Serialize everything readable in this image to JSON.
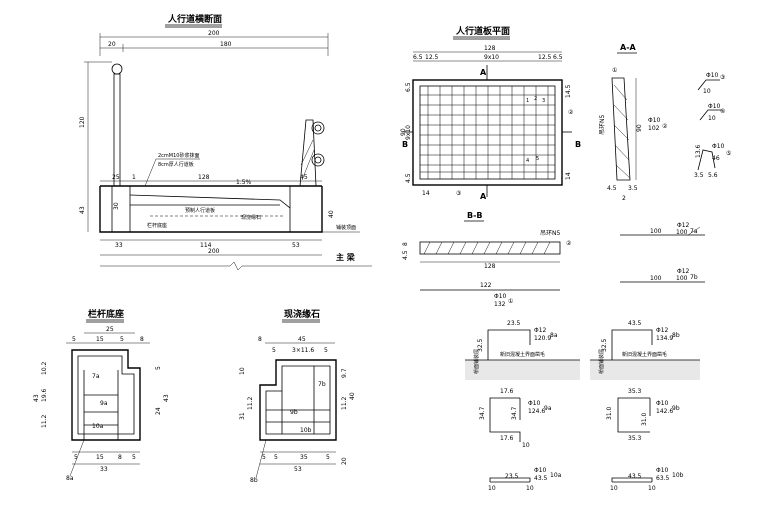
{
  "titles": {
    "cross_section": "人行道横断面",
    "slab_plan": "人行道板平面",
    "section_aa": "A-A",
    "section_bb": "B-B",
    "railing_base": "栏杆底座",
    "cast_curb": "现浇缘石"
  },
  "cross_section": {
    "dim_total_top": "200",
    "dim_left_top": "20",
    "dim_right_top": "180",
    "dim_height": "120",
    "dim_25": "25",
    "dim_128": "128",
    "dim_45": "45",
    "dim_43": "43",
    "dim_30": "30",
    "dim_40": "40",
    "dim_33": "33",
    "dim_114": "114",
    "dim_53": "53",
    "dim_total_bottom": "200",
    "dim_1": "1",
    "slope": "1.5%",
    "label_mortar": "2cmM10砂浆抹面",
    "label_slab_thick": "8cm厚人行道板",
    "label_precast_slab": "预制人行道板",
    "label_railing_base": "栏杆底座",
    "label_curb": "现浇缘石",
    "label_deck": "铺装顶面",
    "label_main_beam": "主 梁"
  },
  "slab_plan": {
    "dim_128": "128",
    "dim_left_parts": "6.5",
    "dim_125": "12.5",
    "dim_9x10": "9x10",
    "dim_125b": "12.5",
    "dim_65b": "6.5",
    "dim_left_vert": "6.5",
    "dim_145": "14.5",
    "dim_90": "90",
    "dim_9x10_v": "9x10",
    "dim_14": "14",
    "dim_bottom_45": "4.5",
    "dim_14_bottom": "14",
    "label_a": "A",
    "label_b": "B",
    "marker_2": "②",
    "marker_3": "③",
    "marker_1": "①",
    "marker_5": "⑤",
    "rebar_labels": [
      "1",
      "2",
      "3",
      "4",
      "5"
    ]
  },
  "section_aa": {
    "dim_90": "90",
    "dim_45": "4.5",
    "dim_35": "3.5",
    "dim_2": "2",
    "label_hook": "吊环N5",
    "rebar_2": "Φ10",
    "rebar_2_len": "102",
    "rebar_2_mark": "②"
  },
  "section_bb": {
    "dim_8": "8",
    "dim_45": "4.5",
    "dim_128": "128",
    "label_hook": "吊环N5",
    "marker_2": "②"
  },
  "rebars_right": {
    "r3_dia": "Φ10",
    "r3_len": "10",
    "r3_mark": "③",
    "r4_dia": "Φ10",
    "r4_len": "10",
    "r4_mark": "④",
    "r5_dia": "Φ10",
    "r5_len": "46",
    "r5_mark": "⑤",
    "r5_a": "13.6",
    "r5_b": "3.5",
    "r5_c": "5.6",
    "r7a_dia": "Φ12",
    "r7a_len": "100",
    "r7a_mark": "7a",
    "r7b_dia": "Φ12",
    "r7b_len": "100",
    "r7b_mark": "7b",
    "dim_100a": "100",
    "dim_100b": "100"
  },
  "rebar1": {
    "len_122": "122",
    "dia": "Φ10",
    "len": "132",
    "mark": "①"
  },
  "railing_base": {
    "dim_25": "25",
    "dim_5a": "5",
    "dim_15": "15",
    "dim_5b": "5",
    "dim_5c": "5",
    "dim_15b": "15",
    "dim_8": "8",
    "dim_5d": "5",
    "dim_33": "33",
    "dim_43": "43",
    "dim_102": "10.2",
    "dim_196": "19.6",
    "dim_112": "11.2",
    "dim_5e": "5",
    "dim_43r": "43",
    "dim_24": "24",
    "dim_5f": "5",
    "dim_5g": "5",
    "mark_7a": "7a",
    "mark_9a": "9a",
    "mark_10a": "10a",
    "mark_8a": "8a"
  },
  "cast_curb": {
    "dim_8": "8",
    "dim_45": "45",
    "dim_5a": "5",
    "dim_3x116": "3×11.6",
    "dim_5b": "5",
    "dim_10": "10",
    "dim_53": "53",
    "dim_5c": "5",
    "dim_35": "35",
    "dim_5d": "5",
    "dim_5e": "5",
    "dim_31": "31",
    "dim_40": "40",
    "dim_112": "11.2",
    "dim_97": "9.7",
    "dim_20": "20",
    "dim_5f": "5",
    "dim_5g": "5",
    "mark_7b": "7b",
    "mark_9b": "9b",
    "mark_10b": "10b",
    "mark_8b": "8b"
  },
  "rebar_8a": {
    "dim_235": "23.5",
    "dia": "Φ12",
    "len": "120.9",
    "mark": "8a",
    "dim_325": "32.5",
    "label": "新旧混凝土界面凿毛",
    "note": "桥面铺装层"
  },
  "rebar_8b": {
    "dim_435": "43.5",
    "dia": "Φ12",
    "len": "134.9",
    "mark": "8b",
    "dim_325": "32.5",
    "label": "新旧混凝土界面凿毛",
    "note": "桥面铺装层"
  },
  "rebar_9a": {
    "dim_176": "17.6",
    "dia": "Φ10",
    "len": "124.6",
    "mark": "9a",
    "dim_347": "34.7",
    "dim_347b": "34.7",
    "dim_176b": "17.6",
    "dim_10": "10"
  },
  "rebar_9b": {
    "dim_353": "35.3",
    "dia": "Φ10",
    "len": "142.6",
    "mark": "9b",
    "dim_310": "31.0",
    "dim_310b": "31.0",
    "dim_353b": "35.3"
  },
  "rebar_10a": {
    "dim_235": "23.5",
    "dia": "Φ10",
    "len": "43.5",
    "mark": "10a",
    "dim_10a": "10",
    "dim_10b": "10"
  },
  "rebar_10b": {
    "dim_435": "43.5",
    "dia": "Φ10",
    "len": "63.5",
    "mark": "10b",
    "dim_10a": "10",
    "dim_10b": "10"
  }
}
